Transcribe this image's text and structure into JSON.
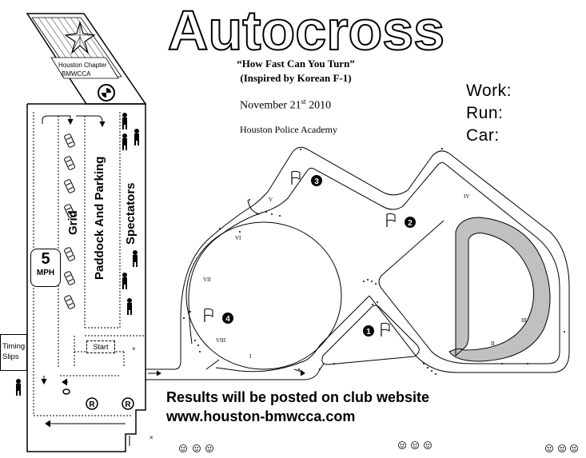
{
  "header": {
    "title": "Autocross",
    "subtitle_1": "“How Fast Can You Turn”",
    "subtitle_2": "(Inspired by Korean F-1)",
    "date_main": "November 21",
    "date_suffix": "st",
    "date_year": " 2010",
    "venue": "Houston Police Academy"
  },
  "logo": {
    "chapter_line_1": "Houston Chapter",
    "chapter_line_2": "BMWCCA",
    "star_icon": "star-icon",
    "roundel_icon": "bmw-roundel-icon"
  },
  "form": {
    "work_label": "Work:",
    "run_label": "Run:",
    "car_label": "Car:"
  },
  "paddock": {
    "grid_label": "Grid",
    "paddock_label": "Paddock And Parking",
    "spectators_label": "Spectators",
    "speed_number": "5",
    "speed_unit": "MPH",
    "timing_line_1": "Timing",
    "timing_line_2": "Slips",
    "start_label": "Start",
    "restroom_symbol": "R"
  },
  "course": {
    "station_1": "1",
    "station_2": "2",
    "station_3": "3",
    "station_4": "4",
    "numeral_I": "I",
    "numeral_II": "II",
    "numeral_III": "III",
    "numeral_IV": "IV",
    "numeral_V": "V",
    "numeral_VI": "VI",
    "numeral_VII": "VII",
    "numeral_VIII": "VIII",
    "start_x": "×",
    "finish_x": "×",
    "course_fill_color": "#c0c0c0"
  },
  "footer": {
    "results_line": "Results will be posted on club website",
    "website": "www.houston-bmwcca.com",
    "smiley_icon": "smiley-icon"
  }
}
